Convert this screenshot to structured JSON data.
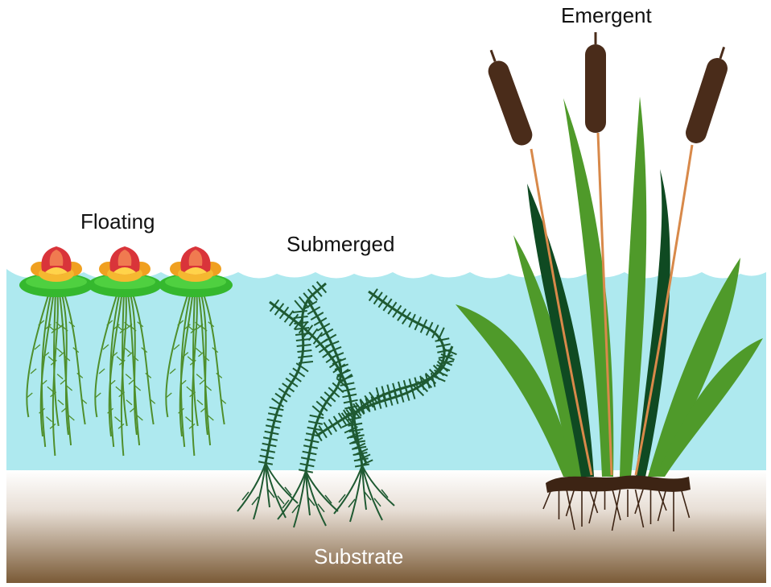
{
  "labels": {
    "floating": "Floating",
    "submerged": "Submerged",
    "emergent": "Emergent",
    "substrate": "Substrate"
  },
  "colors": {
    "water": "#aee9ef",
    "substrate_top": "#ffffff",
    "substrate_bottom": "#7a5a36",
    "lily_pad": "#35b82e",
    "flower_red": "#d9343a",
    "flower_orange": "#f0a020",
    "root_green": "#4f8f2c",
    "submerged_green": "#1f5a32",
    "leaf_green": "#4f9a2a",
    "leaf_dark": "#0f4a22",
    "cattail_brown": "#4a2c1a",
    "stem_tan": "#d8894a",
    "rhizome": "#3d2414"
  },
  "icons": {
    "floating": "water-lily-icon",
    "submerged": "submerged-plant-icon",
    "emergent": "cattail-icon"
  }
}
